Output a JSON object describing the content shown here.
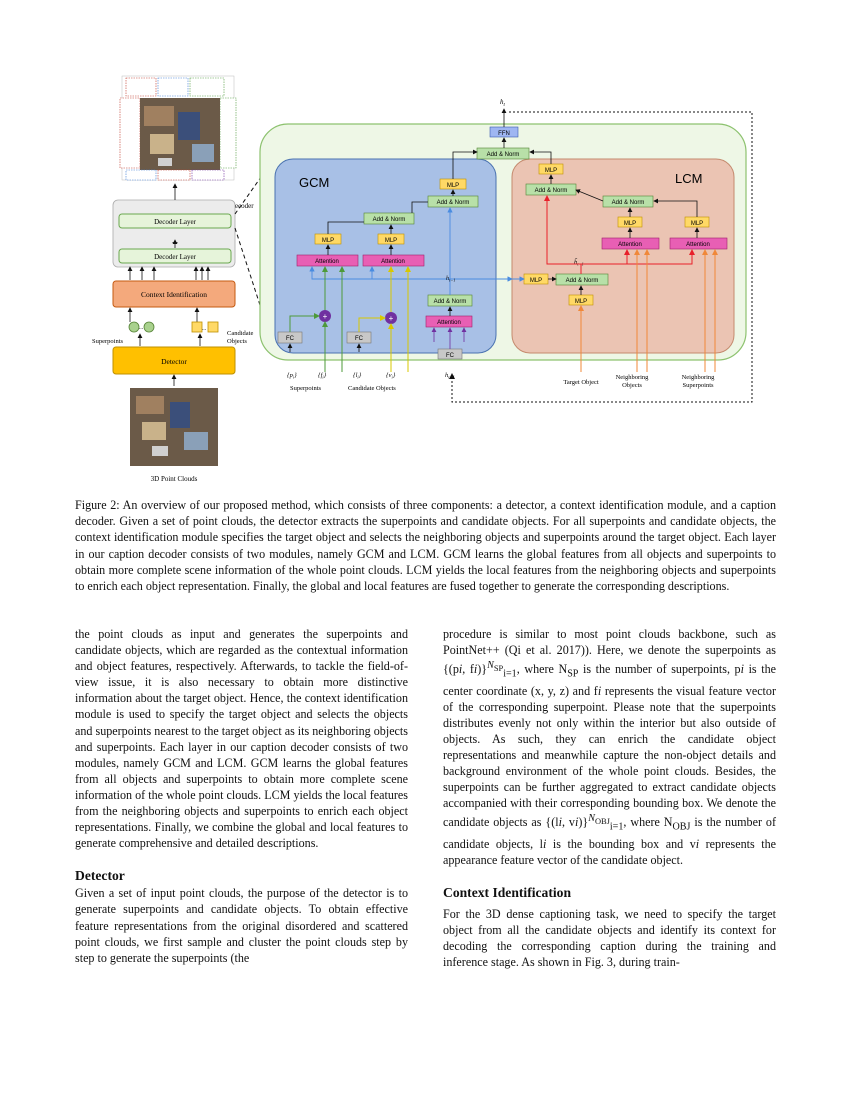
{
  "figure": {
    "labels": {
      "caption_decoder": "Caption Decoder",
      "decoder_layer": "Decoder Layer",
      "context_identification": "Context Identification",
      "detector": "Detector",
      "superpoints_side": "Superpoints",
      "candidate_objects_side_1": "Candidate",
      "candidate_objects_side_2": "Objects",
      "point_clouds": "3D Point Clouds",
      "gcm": "GCM",
      "lcm": "LCM",
      "ffn": "FFN",
      "add_norm": "Add & Norm",
      "mlp": "MLP",
      "attention": "Attention",
      "fc": "FC",
      "ht": "h",
      "ht_sub": "t",
      "ht1_sub": "t−1",
      "pi": "{p",
      "fi": "{f",
      "li": "{l",
      "vi": "{v",
      "superpoints_bottom": "Superpoints",
      "candidate_objects_bottom": "Candidate Objects",
      "target_object": "Target Object",
      "neighboring_objects_1": "Neighboring",
      "neighboring_objects_2": "Objects",
      "neighboring_superpoints_1": "Neighboring",
      "neighboring_superpoints_2": "Superpoints",
      "dots": "...",
      "tilde_h": "h̃",
      "tilde_sub": "t−1"
    },
    "colors": {
      "gcm_bg": "#a8c0e6",
      "lcm_bg": "#ebc4b3",
      "outer_bg": "#eef7e6",
      "add_norm": "#b8e0a8",
      "mlp": "#ffd966",
      "attention": "#e85fb4",
      "ffn": "#9fb6f2",
      "context": "#f4a97c",
      "detector": "#ffc000",
      "fc": "#c8c8c8",
      "green_line": "#4e9a3a",
      "yellow_line": "#e8d800",
      "purple_line": "#7030a0",
      "red_line": "#e8202a",
      "orange_line": "#f0883a",
      "blue_line": "#4a8ce0"
    }
  },
  "caption": "Figure 2: An overview of our proposed method, which consists of three components: a detector, a context identification module, and a caption decoder. Given a set of point clouds, the detector extracts the superpoints and candidate objects. For all superpoints and candidate objects, the context identification module specifies the target object and selects the neighboring objects and superpoints around the target object. Each layer in our caption decoder consists of two modules, namely GCM and LCM. GCM learns the global features from all objects and superpoints to obtain more complete scene information of the whole point clouds. LCM yields the local features from the neighboring objects and superpoints to enrich each object representation. Finally, the global and local features are fused together to generate the corresponding descriptions.",
  "left_column": {
    "p1": "the point clouds as input and generates the superpoints and candidate objects, which are regarded as the contextual information and object features, respectively. Afterwards, to tackle the field-of-view issue, it is also necessary to obtain more distinctive information about the target object. Hence, the context identification module is used to specify the target object and selects the objects and superpoints nearest to the target object as its neighboring objects and superpoints. Each layer in our caption decoder consists of two modules, namely GCM and LCM. GCM learns the global features from all objects and superpoints to obtain more complete scene information of the whole point clouds. LCM yields the local features from the neighboring objects and superpoints to enrich each object representations. Finally, we combine the global and local features to generate comprehensive and detailed descriptions.",
    "h_detector": "Detector",
    "p2": "Given a set of input point clouds, the purpose of the detector is to generate superpoints and candidate objects. To obtain effective feature representations from the original disordered and scattered point clouds, we first sample and cluster the point clouds step by step to generate the superpoints (the"
  },
  "right_column": {
    "p1a": "procedure is similar to most point clouds backbone, such as PointNet++ (Qi et al. 2017)). Here, we denote the superpoints as {(p",
    "p1b": "i",
    "p1c": ", f",
    "p1d": "i",
    "p1e": ")}",
    "p1f": "N",
    "p1f_sub": "SP",
    "p1g": "i=1",
    "p1h": ", where N",
    "p1h_sub": "SP",
    "p1i": " is the number of superpoints, p",
    "p1j": "i",
    "p1k": " is the center coordinate (x, y, z) and f",
    "p1l": "i",
    "p1m": " represents the visual feature vector of the corresponding superpoint. Please note that the superpoints distributes evenly not only within the interior but also outside of objects. As such, they can enrich the candidate object representations and meanwhile capture the non-object details and background environment of the whole point clouds. Besides, the superpoints can be further aggregated to extract candidate objects accompanied with their corresponding bounding box. We denote the candidate objects as {(l",
    "p1n": "i",
    "p1o": ", v",
    "p1p": "i",
    "p1q": ")}",
    "p1r": "N",
    "p1r_sub": "OBJ",
    "p1s": "i=1",
    "p1t": ", where N",
    "p1t_sub": "OBJ",
    "p1u": " is the number of candidate objects, l",
    "p1v": "i",
    "p1w": " is the bounding box and v",
    "p1x": "i",
    "p1y": " represents the appearance feature vector of the candidate object.",
    "h_context": "Context Identification",
    "p2": "For the 3D dense captioning task, we need to specify the target object from all the candidate objects and identify its context for decoding the corresponding caption during the training and inference stage. As shown in Fig. 3, during train-"
  }
}
